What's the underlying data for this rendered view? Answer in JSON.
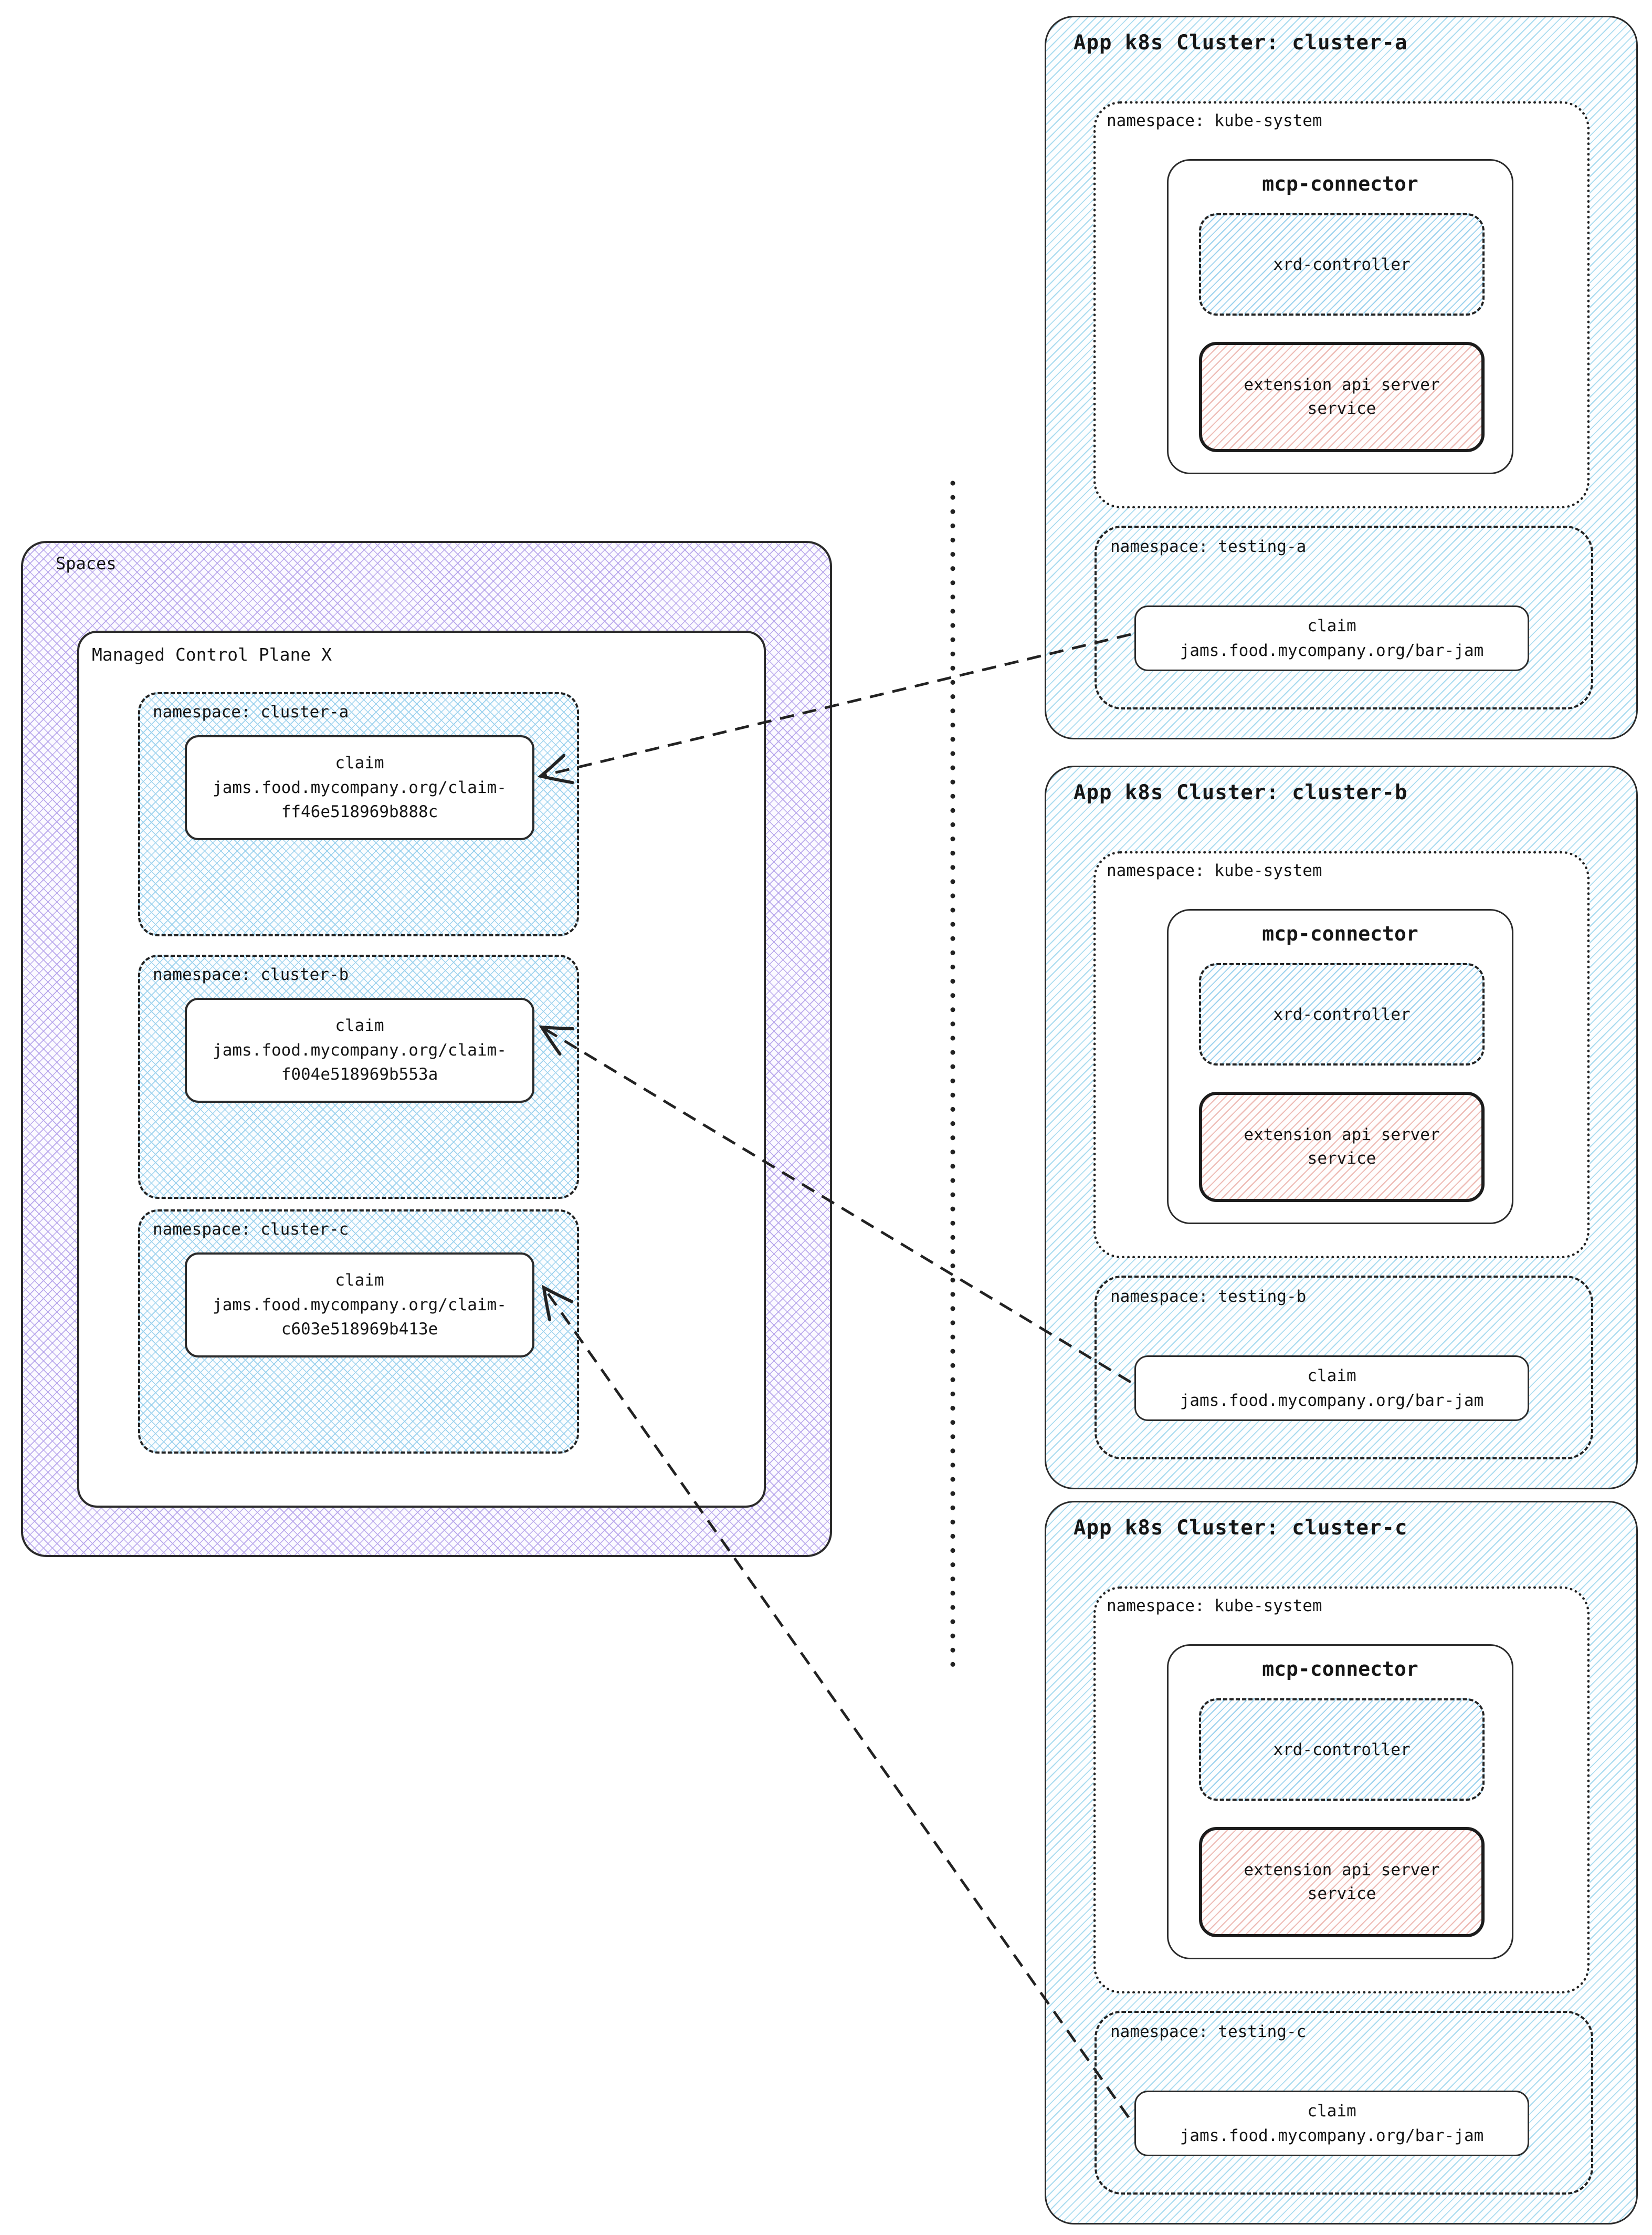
{
  "spaces": {
    "label": "Spaces",
    "control_plane": {
      "label": "Managed Control Plane X",
      "namespaces": [
        {
          "label": "namespace: cluster-a",
          "claim": {
            "label": "claim",
            "name_line1": "jams.food.mycompany.org/claim-",
            "name_line2": "ff46e518969b888c"
          }
        },
        {
          "label": "namespace: cluster-b",
          "claim": {
            "label": "claim",
            "name_line1": "jams.food.mycompany.org/claim-",
            "name_line2": "f004e518969b553a"
          }
        },
        {
          "label": "namespace: cluster-c",
          "claim": {
            "label": "claim",
            "name_line1": "jams.food.mycompany.org/claim-",
            "name_line2": "c603e518969b413e"
          }
        }
      ]
    }
  },
  "clusters": [
    {
      "title": "App k8s Cluster: cluster-a",
      "kube_system": {
        "label": "namespace: kube-system",
        "mcp_connector": {
          "label": "mcp-connector",
          "xrd_controller": {
            "label": "xrd-controller"
          },
          "extension_api": {
            "line1": "extension api server",
            "line2": "service"
          }
        }
      },
      "testing": {
        "label": "namespace: testing-a",
        "claim": {
          "label": "claim",
          "name": "jams.food.mycompany.org/bar-jam"
        }
      }
    },
    {
      "title": "App k8s Cluster: cluster-b",
      "kube_system": {
        "label": "namespace: kube-system",
        "mcp_connector": {
          "label": "mcp-connector",
          "xrd_controller": {
            "label": "xrd-controller"
          },
          "extension_api": {
            "line1": "extension api server",
            "line2": "service"
          }
        }
      },
      "testing": {
        "label": "namespace: testing-b",
        "claim": {
          "label": "claim",
          "name": "jams.food.mycompany.org/bar-jam"
        }
      }
    },
    {
      "title": "App k8s Cluster: cluster-c",
      "kube_system": {
        "label": "namespace: kube-system",
        "mcp_connector": {
          "label": "mcp-connector",
          "xrd_controller": {
            "label": "xrd-controller"
          },
          "extension_api": {
            "line1": "extension api server",
            "line2": "service"
          }
        }
      },
      "testing": {
        "label": "namespace: testing-c",
        "claim": {
          "label": "claim",
          "name": "jams.food.mycompany.org/bar-jam"
        }
      }
    }
  ],
  "connections": [
    {
      "from": "cluster-a/testing-a/claim jams.food.mycompany.org/bar-jam",
      "to": "Managed Control Plane X/cluster-a/claim-ff46e518969b888c",
      "style": "dashed-open-arrow"
    },
    {
      "from": "cluster-b/testing-b/claim jams.food.mycompany.org/bar-jam",
      "to": "Managed Control Plane X/cluster-b/claim-f004e518969b553a",
      "style": "dashed-open-arrow"
    },
    {
      "from": "cluster-c/testing-c/claim jams.food.mycompany.org/bar-jam",
      "to": "Managed Control Plane X/cluster-c/claim-c603e518969b413e",
      "style": "dashed-open-arrow"
    }
  ],
  "colors": {
    "border_dark": "#2b2b2b",
    "cluster_hatch": "#aadcf0",
    "purple_hatch": "#b9a8ec",
    "ns_blue_hatch": "#9cd2ee",
    "red_hatch": "#eebcb6"
  }
}
